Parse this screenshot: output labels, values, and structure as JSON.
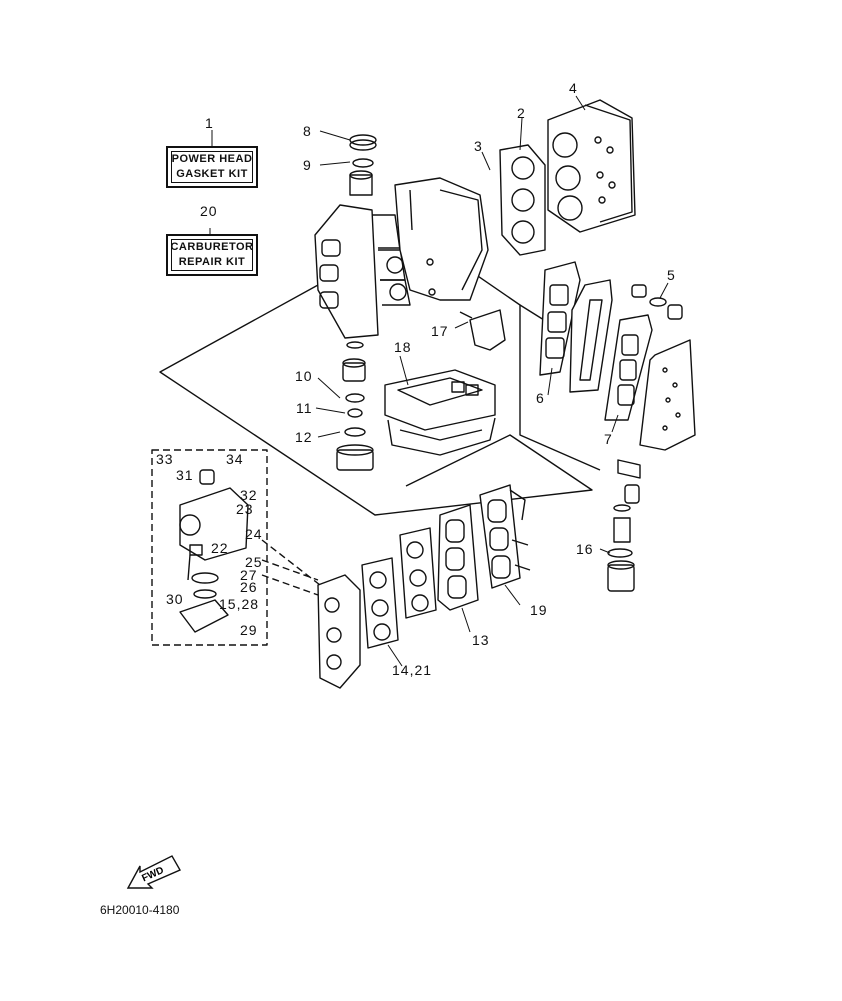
{
  "kits": [
    {
      "number": "1",
      "line1": "POWER HEAD",
      "line2": "GASKET KIT"
    },
    {
      "number": "20",
      "line1": "CARBURETOR",
      "line2": "REPAIR KIT"
    }
  ],
  "callouts": [
    "2",
    "3",
    "4",
    "5",
    "6",
    "7",
    "8",
    "9",
    "10",
    "11",
    "12",
    "13",
    "14,21",
    "15,28",
    "16",
    "17",
    "18",
    "19",
    "22",
    "23",
    "24",
    "25",
    "26",
    "27",
    "29",
    "30",
    "31",
    "32",
    "33",
    "34"
  ],
  "direction_label": "FWD",
  "diagram_code": "6H20010-4180"
}
